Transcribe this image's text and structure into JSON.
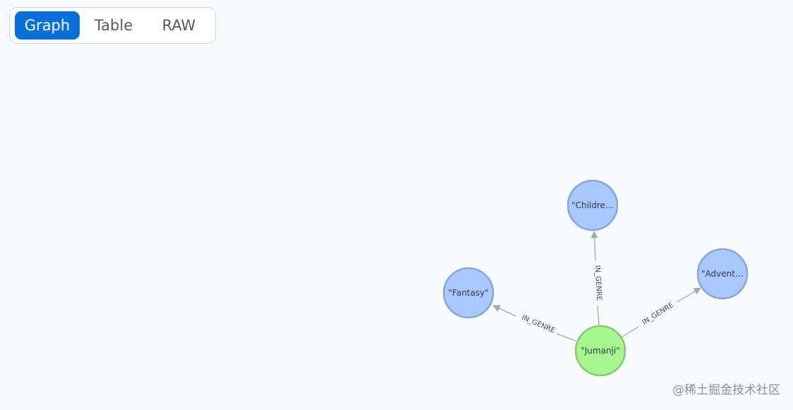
{
  "tabs": {
    "graph": "Graph",
    "table": "Table",
    "raw": "RAW"
  },
  "active_tab": "graph",
  "nodes": {
    "jumanji": "\"Jumanji\"",
    "children": "\"Childre…",
    "fantasy": "\"Fantasy\"",
    "adventure": "\"Advent…"
  },
  "edges": {
    "to_fantasy": "IN_GENRE",
    "to_children": "IN_GENRE",
    "to_adventure": "IN_GENRE"
  },
  "colors": {
    "movie_node_fill": "#a6f58e",
    "movie_node_stroke": "#86c874",
    "genre_node_fill": "#a9c8ff",
    "genre_node_stroke": "#8aa6d4",
    "edge": "#a3a8ae",
    "active_tab": "#0a6fd6"
  },
  "watermark": "@稀土掘金技术社区"
}
